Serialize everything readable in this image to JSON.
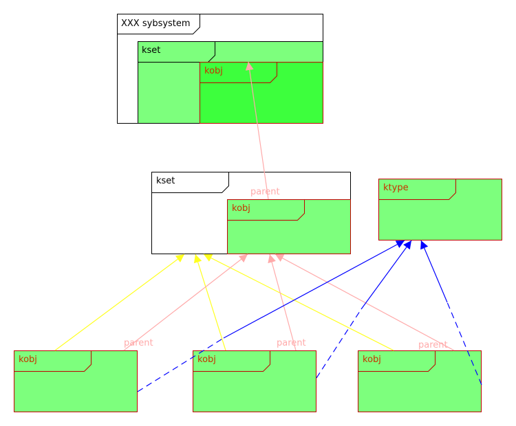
{
  "colors": {
    "light_green": "#7dff7d",
    "bright_green": "#3dff3d",
    "frame_red": "#c00000",
    "label_red": "#c83200",
    "pink": "#ffaaaa",
    "yellow": "#ffff20",
    "blue": "#0000ff",
    "black": "#000000",
    "white": "#ffffff"
  },
  "subsystem": {
    "title": "XXX sybsystem"
  },
  "subsystem_kset": {
    "title": "kset"
  },
  "subsystem_kobj": {
    "title": "kobj"
  },
  "kset": {
    "title": "kset"
  },
  "kset_kobj": {
    "title": "kobj"
  },
  "ktype": {
    "title": "ktype"
  },
  "kobjects": [
    {
      "title": "kobj"
    },
    {
      "title": "kobj"
    },
    {
      "title": "kobj"
    }
  ],
  "edge_labels": {
    "kset_parent": "parent",
    "kobj1_parent": "parent",
    "kobj2_parent": "parent",
    "kobj3_parent": "parent"
  }
}
